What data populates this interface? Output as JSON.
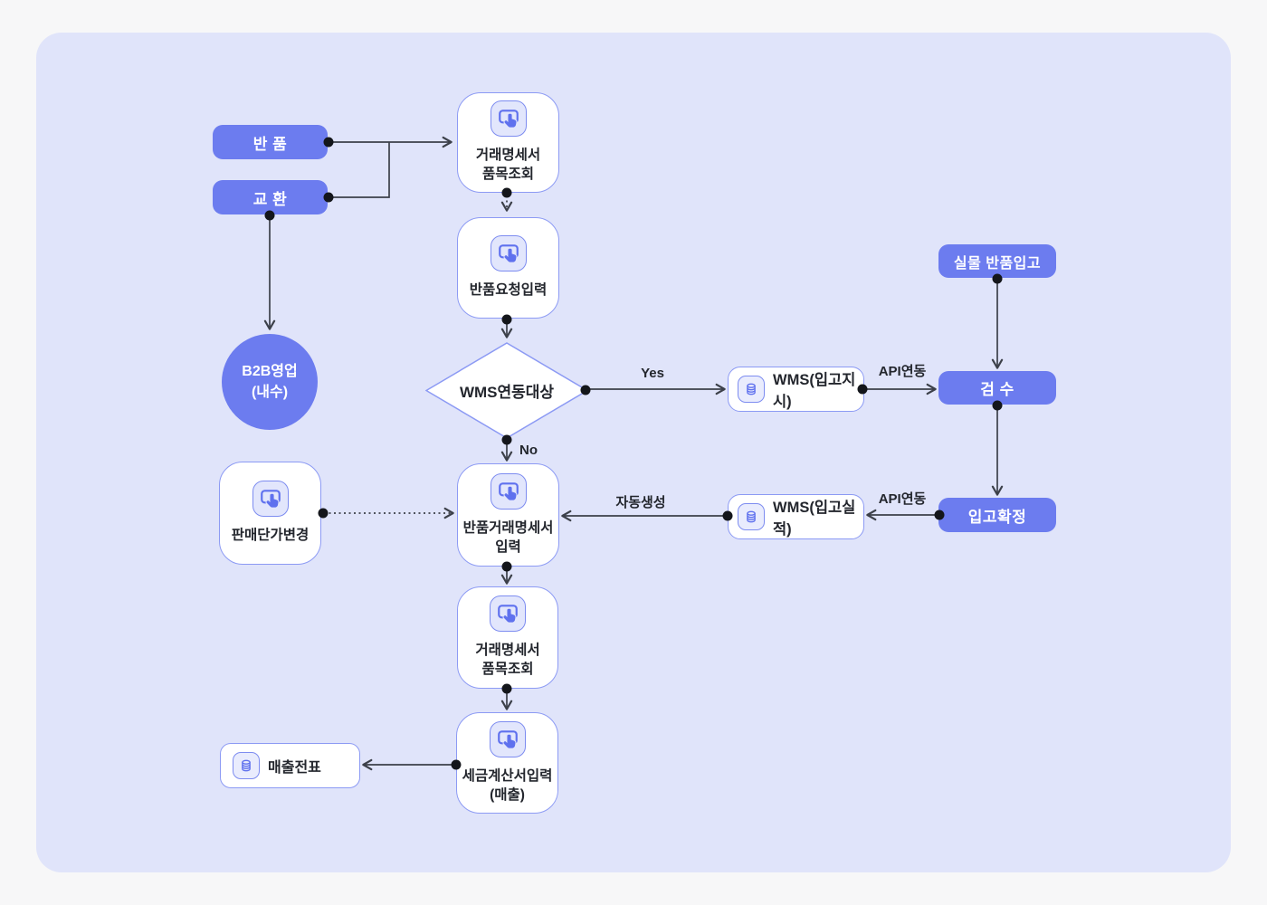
{
  "colors": {
    "accent": "#6C7CEF",
    "canvas_bg": "#E0E4FA",
    "outer_bg": "#F7F7F8",
    "node_border": "#8C9AF4",
    "arrow": "#3C4049",
    "dot": "#14161B",
    "text_dark": "#23262D",
    "icon_bg": "#E2E6FC",
    "icon_glyph": "#5F71EE"
  },
  "icons": [
    "tap-icon",
    "database-icon"
  ],
  "nodes": {
    "return_pill": {
      "label": "반 품"
    },
    "exchange_pill": {
      "label": "교 환"
    },
    "b2b_circle": {
      "label": "B2B영업\n(내수)"
    },
    "stmt_item_lookup_top": {
      "label": "거래명세서\n품목조회"
    },
    "return_request_input": {
      "label": "반품요청입력"
    },
    "wms_target_decision": {
      "label": "WMS연동대상"
    },
    "wms_inbound_order": {
      "label": "WMS(입고지시)"
    },
    "wms_inbound_result": {
      "label": "WMS(입고실적)"
    },
    "physical_return_inbound": {
      "label": "실물 반품입고"
    },
    "inspection": {
      "label": "검 수"
    },
    "inbound_confirm": {
      "label": "입고확정"
    },
    "sales_price_change": {
      "label": "판매단가변경"
    },
    "return_stmt_input": {
      "label": "반품거래명세서\n입력"
    },
    "stmt_item_lookup_bottom": {
      "label": "거래명세서\n품목조회"
    },
    "tax_invoice_input": {
      "label": "세금계산서입력\n(매출)"
    },
    "sales_slip": {
      "label": "매출전표"
    }
  },
  "edge_labels": {
    "yes": "Yes",
    "no": "No",
    "api_link_top": "API연동",
    "api_link_bottom": "API연동",
    "auto_generate": "자동생성"
  }
}
